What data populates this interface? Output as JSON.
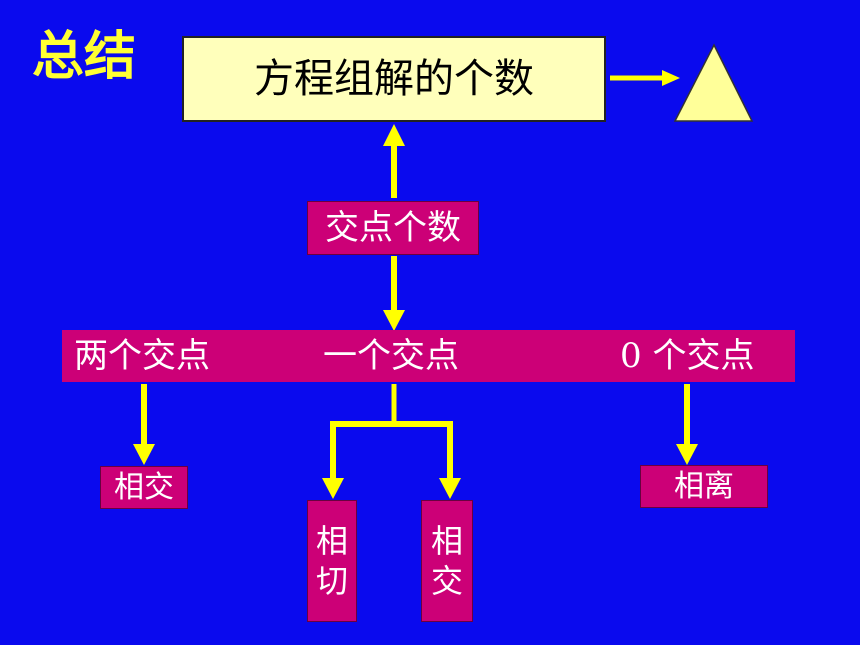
{
  "title": "总结",
  "main_box": "方程组解的个数",
  "count_box": "交点个数",
  "band": {
    "two": "两个交点",
    "one": "一个交点",
    "zero": "0 个交点"
  },
  "leaves": {
    "intersect_left": "相交",
    "tangent": [
      "相",
      "切"
    ],
    "intersect_mid": [
      "相",
      "交"
    ],
    "apart": "相离"
  },
  "colors": {
    "background": "#0a0aee",
    "title": "#ffff33",
    "box_yellow": "#ffffbb",
    "box_magenta": "#cc0077",
    "arrow": "#ffff00"
  },
  "icons": [
    "triangle-icon"
  ]
}
